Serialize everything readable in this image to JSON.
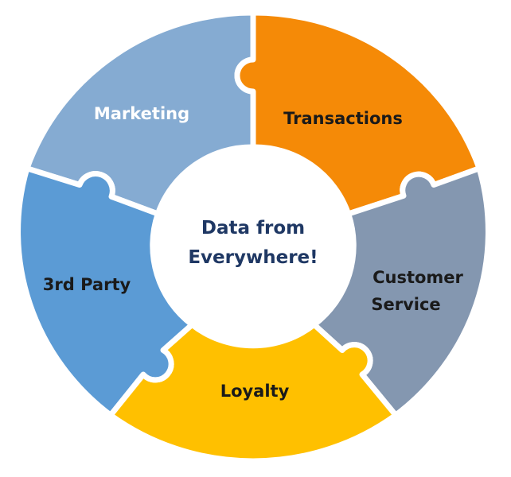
{
  "diagram": {
    "center": {
      "line1": "Data from",
      "line2": "Everywhere!",
      "color": "#1f3864"
    },
    "segments": [
      {
        "id": "marketing",
        "line1": "Marketing",
        "line2": "",
        "fill": "#85abd2",
        "text_color": "#ffffff"
      },
      {
        "id": "transactions",
        "line1": "Transactions",
        "line2": "",
        "fill": "#f58a07",
        "text_color": "#1a1a1a"
      },
      {
        "id": "customer-service",
        "line1": "Customer",
        "line2": "Service",
        "fill": "#8497b0",
        "text_color": "#1a1a1a"
      },
      {
        "id": "loyalty",
        "line1": "Loyalty",
        "line2": "",
        "fill": "#ffc000",
        "text_color": "#1a1a1a"
      },
      {
        "id": "third-party",
        "line1": "3rd Party",
        "line2": "",
        "fill": "#5b9bd5",
        "text_color": "#1a1a1a"
      }
    ]
  }
}
